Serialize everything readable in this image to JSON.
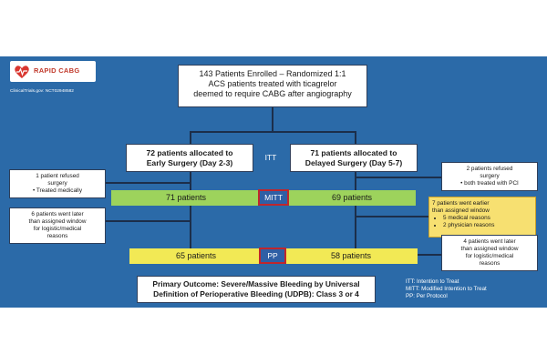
{
  "logo": {
    "text": "RAPID CABG",
    "icon": "heart-logo-icon"
  },
  "trial_id": "ClinicalTrials.gov: NCT02948582",
  "enrollment": {
    "line1": "143 Patients Enrolled – Randomized 1:1",
    "line2": "ACS patients treated with ticagrelor",
    "line3": "deemed to require CABG after angiography"
  },
  "itt_label": "ITT",
  "arms": {
    "early": {
      "line1": "72 patients allocated to",
      "line2": "Early Surgery (Day 2-3)"
    },
    "delayed": {
      "line1": "71 patients allocated to",
      "line2": "Delayed Surgery (Day 5-7)"
    }
  },
  "mitt": {
    "label": "MITT",
    "left": "71 patients",
    "right": "69 patients"
  },
  "pp": {
    "label": "PP",
    "left": "65 patients",
    "right": "58 patients"
  },
  "side_boxes": {
    "left_top": {
      "line1": "1 patient refused",
      "line2": "surgery",
      "bullet": "Treated medically"
    },
    "left_bottom": {
      "line1": "6 patients went later",
      "line2": "than assigned window",
      "line3": "for logistic/medical",
      "line4": "reasons"
    },
    "right_top": {
      "line1": "2 patients refused",
      "line2": "surgery",
      "bullet": "both treated with PCI"
    },
    "right_mid": {
      "line1": "7 patients went earlier",
      "line2": "than assigned window",
      "bullet1": "5 medical reasons",
      "bullet2": "2 physician reasons"
    },
    "right_bottom": {
      "line1": "4 patients went later",
      "line2": "than assigned window",
      "line3": "for logistic/medical",
      "line4": "reasons"
    }
  },
  "outcome": {
    "line1": "Primary Outcome: Severe/Massive Bleeding by Universal",
    "line2": "Definition of Perioperative Bleeding (UDPB): Class 3 or 4"
  },
  "legend": {
    "itt": "ITT: Intention to Treat",
    "mitt": "MITT: Modified Intention to Treat",
    "pp": "PP: Per Protocol"
  },
  "colors": {
    "background": "#2b6aa8",
    "mitt_band": "#9dd35c",
    "pp_band": "#f2e955",
    "highlight_box": "#f7e071",
    "tag_border": "#c0262c"
  }
}
